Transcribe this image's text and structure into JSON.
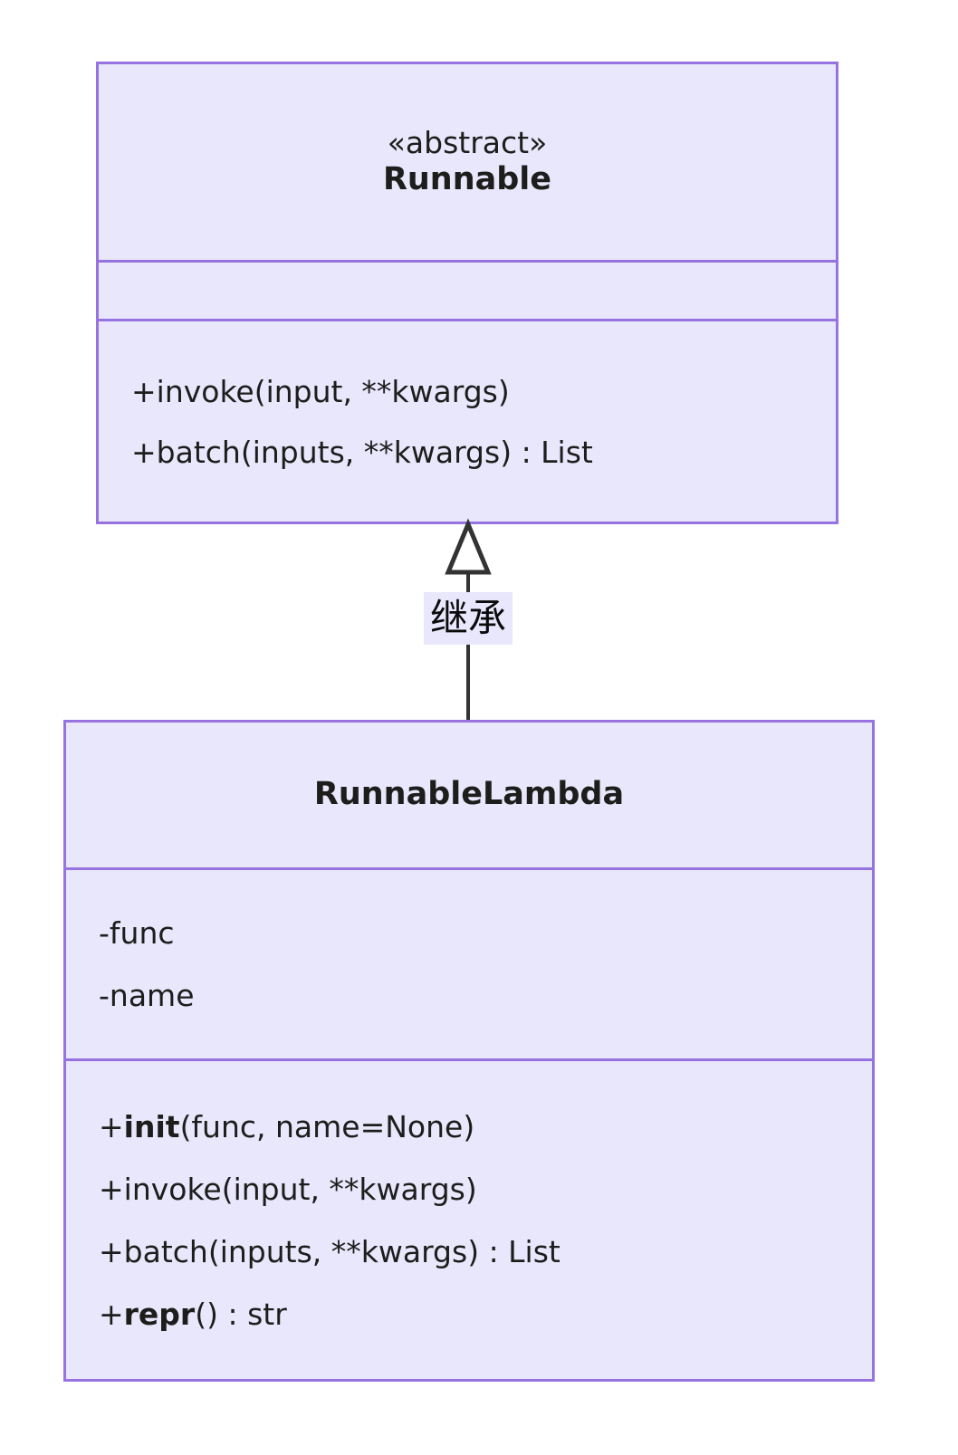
{
  "diagram": {
    "kind": "uml-class-diagram",
    "background_color": "#FFFFFF",
    "class_fill_color": "#E9E7FC",
    "class_border_color": "#9673E0",
    "text_color": "#1D1D1B",
    "connector_color": "#333333"
  },
  "classes": [
    {
      "id": "runnable",
      "stereotype": "«abstract»",
      "name": "Runnable",
      "attributes": [],
      "operations": [
        {
          "prefix": "+",
          "name": "invoke",
          "bold_name": false,
          "signature": "(input, **kwargs)",
          "return_type": "",
          "text": "+invoke(input, **kwargs)"
        },
        {
          "prefix": "+",
          "name": "batch",
          "bold_name": false,
          "signature": "(inputs, **kwargs)",
          "return_type": "List",
          "text": "+batch(inputs, **kwargs) : List"
        }
      ]
    },
    {
      "id": "runnable_lambda",
      "stereotype": "",
      "name": "RunnableLambda",
      "attributes": [
        {
          "prefix": "-",
          "name": "func",
          "text": "-func"
        },
        {
          "prefix": "-",
          "name": "name",
          "text": "-name"
        }
      ],
      "operations": [
        {
          "prefix": "+",
          "name": "init",
          "bold_name": true,
          "signature": "(func, name=None)",
          "return_type": "",
          "text": "+init(func, name=None)"
        },
        {
          "prefix": "+",
          "name": "invoke",
          "bold_name": false,
          "signature": "(input, **kwargs)",
          "return_type": "",
          "text": "+invoke(input, **kwargs)"
        },
        {
          "prefix": "+",
          "name": "batch",
          "bold_name": false,
          "signature": "(inputs, **kwargs)",
          "return_type": "List",
          "text": "+batch(inputs, **kwargs) : List"
        },
        {
          "prefix": "+",
          "name": "repr",
          "bold_name": true,
          "signature": "()",
          "return_type": "str",
          "text": "+repr() : str"
        }
      ]
    }
  ],
  "relationships": [
    {
      "id": "generalization-1",
      "type": "generalization",
      "arrow": "hollow-triangle",
      "label": "继承",
      "from": "RunnableLambda",
      "to": "Runnable"
    }
  ]
}
